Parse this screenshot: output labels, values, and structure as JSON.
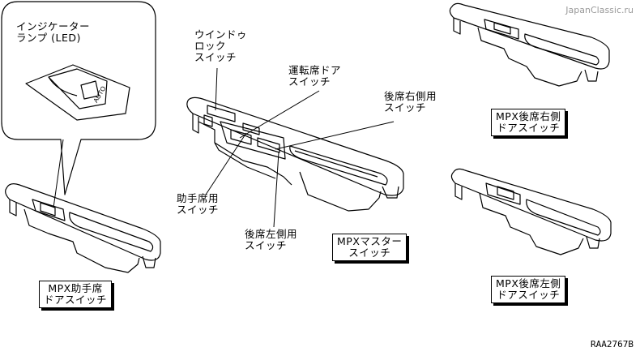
{
  "watermark": "JapanClassic.ru",
  "reference": "RAA2767B",
  "callout": {
    "indicator_label": "インジケーター\nランプ (LED)",
    "led_text": "AUTO"
  },
  "labels": {
    "window_lock": "ウインドゥ\nロック\nスイッチ",
    "driver_door": "運転席ドア\nスイッチ",
    "rear_right": "後席右側用\nスイッチ",
    "passenger": "助手席用\nスイッチ",
    "rear_left": "後席左側用\nスイッチ"
  },
  "captions": {
    "mpx_master": "MPXマスター\nスイッチ",
    "mpx_passenger": "MPX助手席\nドアスイッチ",
    "mpx_rear_right": "MPX後席右側\nドアスイッチ",
    "mpx_rear_left": "MPX後席左側\nドアスイッチ"
  }
}
